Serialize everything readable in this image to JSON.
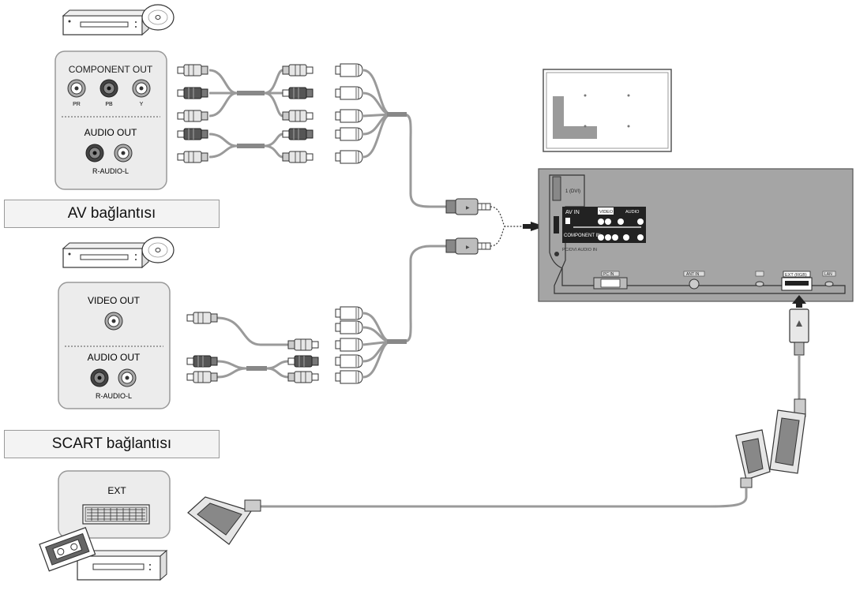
{
  "labels": {
    "component_out": "COMPONENT OUT",
    "pr": "PR",
    "pb": "PB",
    "y": "Y",
    "audio_out": "AUDIO OUT",
    "r_audio_l": "R-AUDIO-L",
    "av_connection": "AV bağlantısı",
    "video_out": "VIDEO OUT",
    "audio_out_2": "AUDIO OUT",
    "r_audio_l_2": "R-AUDIO-L",
    "scart_connection": "SCART bağlantısı",
    "ext": "EXT"
  },
  "tv_ports": {
    "hdmi": "1 (DVI)",
    "av_in": "AV IN",
    "video": "VIDEO",
    "audio": "AUDIO",
    "component_in": "COMPONENT IN",
    "pc_dvi_audio_in": "PC/DVI AUDIO IN",
    "pc_in": "PC IN",
    "ant_in": "ANT IN",
    "ext_rgb": "EXT (RGB)",
    "lan": "LAN"
  }
}
